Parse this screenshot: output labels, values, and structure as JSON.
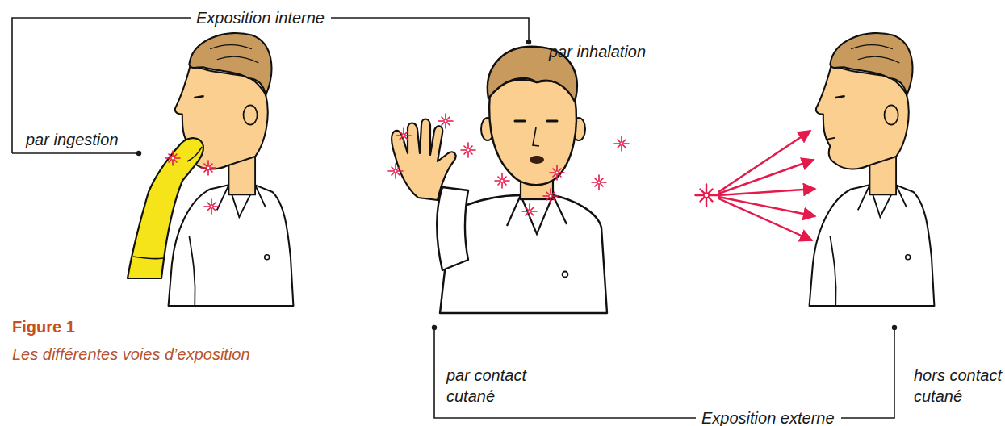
{
  "diagram": {
    "title": "Figure 1",
    "caption": "Les différentes voies d’exposition",
    "labels": [
      "Exposition interne",
      "par ingestion",
      "par inhalation",
      "par contact cutané",
      "hors contact cutané",
      "Exposition externe"
    ]
  }
}
